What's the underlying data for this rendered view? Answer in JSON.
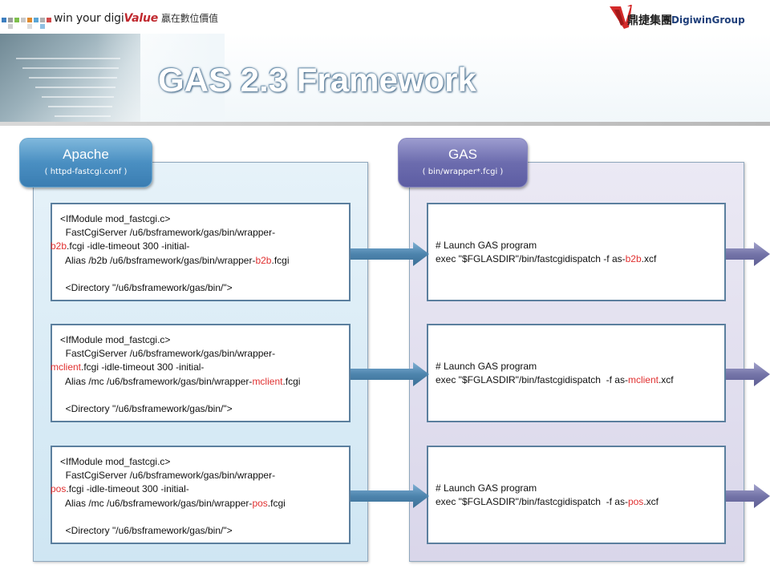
{
  "header": {
    "slogan_prefix": "win your digi",
    "slogan_value": "Value",
    "slogan_cn": "贏在數位價值",
    "logo_cn": "鼎捷集團",
    "logo_en": "DigiwinGroup"
  },
  "title": "GAS 2.3  Framework",
  "apache": {
    "title": "Apache",
    "subtitle": "( httpd-fastcgi.conf  )",
    "boxes": [
      {
        "line1": "<IfModule mod_fastcgi.c>",
        "line2": "  FastCgiServer /u6/bsframework/gas/bin/wrapper-",
        "line3_red": "b2b",
        "line3_rest": ".fcgi -idle-timeout 300 -initial-",
        "line4_prefix": "  Alias /b2b /u6/bsframework/gas/bin/wrapper-",
        "line4_red": "b2b",
        "line4_suffix": ".fcgi",
        "line5": "  <Directory \"/u6/bsframework/gas/bin/\">"
      },
      {
        "line1": "<IfModule mod_fastcgi.c>",
        "line2": "  FastCgiServer /u6/bsframework/gas/bin/wrapper-",
        "line3_red": "mclient",
        "line3_rest": ".fcgi -idle-timeout 300 -initial-",
        "line4_prefix": "  Alias /mc /u6/bsframework/gas/bin/wrapper-",
        "line4_red": "mclient",
        "line4_suffix": ".fcgi",
        "line5": "  <Directory \"/u6/bsframework/gas/bin/\">"
      },
      {
        "line1": "<IfModule mod_fastcgi.c>",
        "line2": "  FastCgiServer /u6/bsframework/gas/bin/wrapper-",
        "line3_red": "pos",
        "line3_rest": ".fcgi -idle-timeout 300 -initial-",
        "line4_prefix": "  Alias /mc /u6/bsframework/gas/bin/wrapper-",
        "line4_red": "pos",
        "line4_suffix": ".fcgi",
        "line5": "  <Directory \"/u6/bsframework/gas/bin/\">"
      }
    ]
  },
  "gas": {
    "title": "GAS",
    "subtitle": "( bin/wrapper*.fcgi  )",
    "boxes": [
      {
        "line1": "# Launch GAS program",
        "line2_prefix": "exec \"$FGLASDIR\"/bin/fastcgidispatch -f as-",
        "line2_red": "b2b",
        "line2_suffix": ".xcf"
      },
      {
        "line1": "# Launch GAS program",
        "line2_prefix": "exec \"$FGLASDIR\"/bin/fastcgidispatch  -f as-",
        "line2_red": "mclient",
        "line2_suffix": ".xcf"
      },
      {
        "line1": "# Launch GAS program",
        "line2_prefix": "exec \"$FGLASDIR\"/bin/fastcgidispatch  -f as-",
        "line2_red": "pos",
        "line2_suffix": ".xcf"
      }
    ]
  },
  "colors": {
    "apache_header": "#4a8fc2",
    "gas_header": "#6c6cae",
    "highlight": "#e03030",
    "arrow_blue": "#4d84ad",
    "arrow_purple": "#7474a8"
  }
}
